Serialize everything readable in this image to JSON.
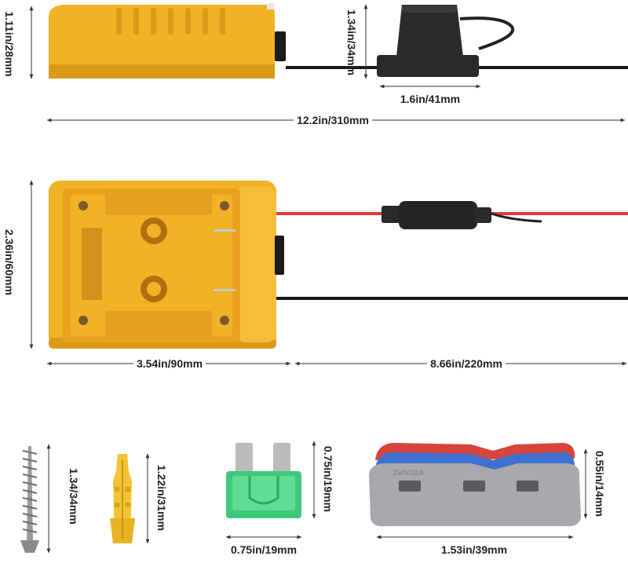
{
  "dimensions": {
    "adapter_height": "1.11in/28mm",
    "fuse_holder_height": "1.34in/34mm",
    "fuse_holder_width": "1.6in/41mm",
    "total_length": "12.2in/310mm",
    "adapter_width": "2.36in/60mm",
    "adapter_length": "3.54in/90mm",
    "cable_length": "8.66in/220mm",
    "screw_length": "1.34/34mm",
    "anchor_length": "1.22in/31mm",
    "fuse_height": "0.75in/19mm",
    "fuse_width": "0.75in/19mm",
    "connector_height": "0.55in/14mm",
    "connector_width": "1.53in/39mm"
  },
  "product_print": {
    "connector_text": "250V/32A"
  },
  "colors": {
    "adapter_yellow": "#f2b226",
    "adapter_shade": "#d99a18",
    "cable_red": "#e23a3a",
    "cable_black": "#1a1a1a",
    "fuse_green": "#3ec97a",
    "connector_gray": "#a9a9ad",
    "lever_blue": "#3f6fd1",
    "lever_red": "#d6453d",
    "anchor_yellow": "#f3c433"
  }
}
